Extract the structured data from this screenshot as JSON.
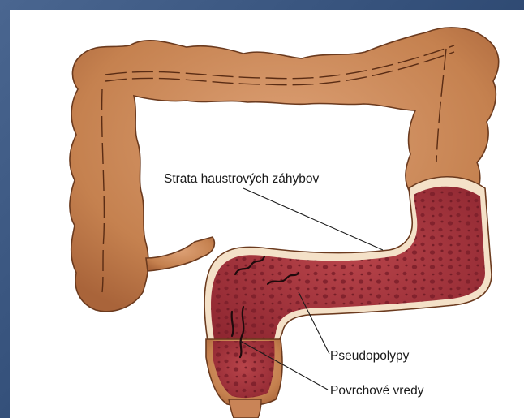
{
  "labels": {
    "haustra": "Strata haustrových záhybov",
    "pseudopolyps": "Pseudopolypy",
    "ulcers": "Povrchové vredy"
  },
  "colors": {
    "background": "#3f5a84",
    "colon_outer": "#c98457",
    "colon_outline": "#6b3a1e",
    "mucosa": "#a8343c",
    "mucosa_spots": "#7a1f28",
    "wall": "#f4e1c8"
  }
}
